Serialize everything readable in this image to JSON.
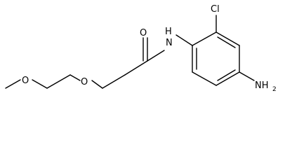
{
  "molecule": {
    "atoms": {
      "O_methoxy": "O",
      "O_ether": "O",
      "O_carbonyl": "O",
      "N_amide": "N",
      "H_amide": "H",
      "Cl": "Cl",
      "N_amine": "NH",
      "amine_subscript": "2"
    },
    "colors": {
      "bond": "#000000",
      "label": "#000000",
      "background": "#ffffff"
    }
  }
}
